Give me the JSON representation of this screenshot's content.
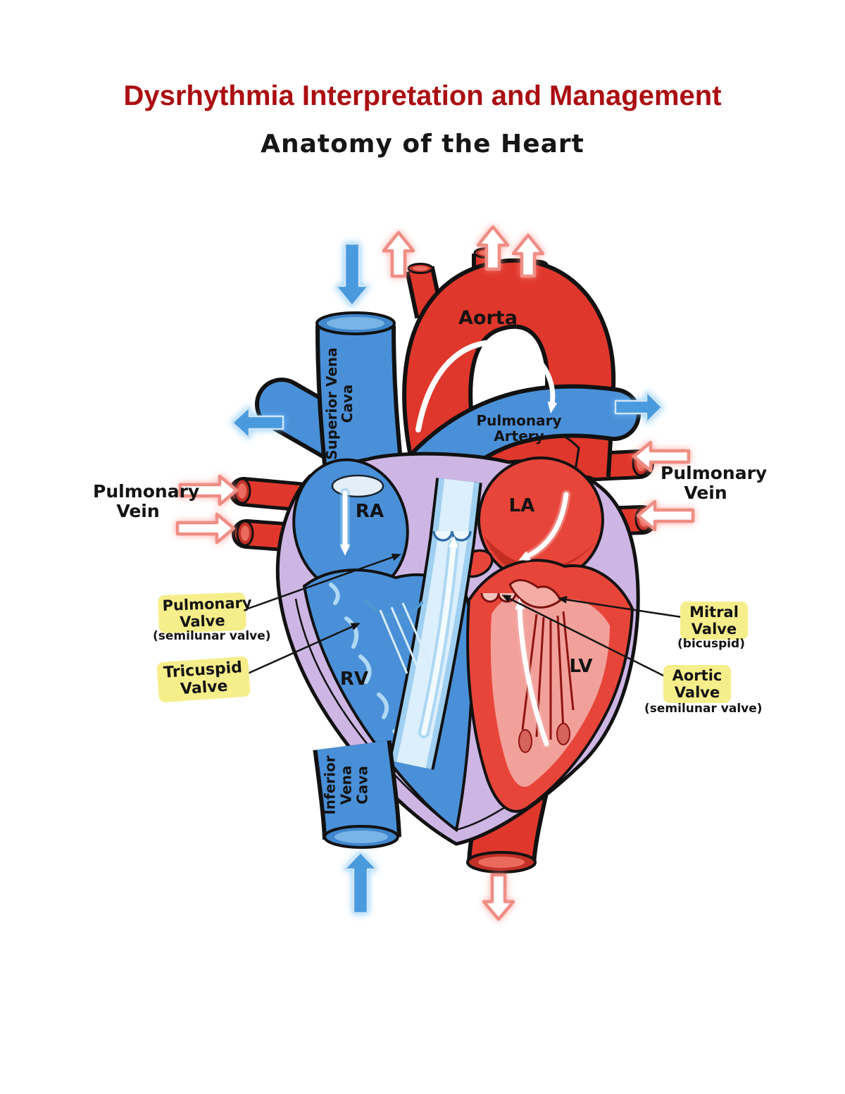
{
  "page": {
    "title": "Dysrhythmia Interpretation and Management",
    "subtitle": "Anatomy of the Heart"
  },
  "diagram": {
    "vessel_labels": {
      "aorta": "Aorta",
      "superior_vena_cava": "Superior Vena Cava",
      "inferior_vena_cava": "Inferior Vena Cava",
      "pulmonary_artery": "Pulmonary Artery",
      "pulmonary_vein_left": "Pulmonary Vein",
      "pulmonary_vein_right": "Pulmonary Vein"
    },
    "chamber_labels": {
      "right_atrium": "RA",
      "left_atrium": "LA",
      "right_ventricle": "RV",
      "left_ventricle": "LV"
    },
    "valve_labels": {
      "pulmonary_valve": "Pulmonary Valve",
      "pulmonary_valve_note": "(semilunar valve)",
      "tricuspid_valve": "Tricuspid Valve",
      "mitral_valve": "Mitral Valve",
      "mitral_valve_note": "(bicuspid)",
      "aortic_valve": "Aortic Valve",
      "aortic_valve_note": "(semilunar valve)"
    },
    "colors": {
      "title_red": "#ab0e11",
      "deoxygenated_blue": "#4a90d8",
      "oxygenated_red": "#e8453a",
      "myocardium_lavender": "#cdb6e4",
      "label_highlight_yellow": "#f6ee8a"
    }
  }
}
